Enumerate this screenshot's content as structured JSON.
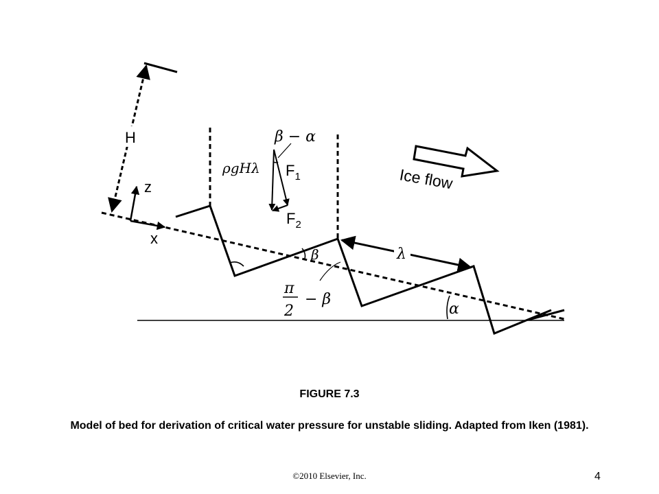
{
  "figure": {
    "labels": {
      "H": "H",
      "z": "z",
      "x": "x",
      "F1_main": "F",
      "F1_sub": "1",
      "F2_main": "F",
      "F2_sub": "2",
      "rho_g_H_lambda": "ρgHλ",
      "beta_minus_alpha": "β − α",
      "beta": "β",
      "pi_over_two_minus_beta_num": "π",
      "pi_over_two_minus_beta_den": "2",
      "pi_over_two_minus_beta_rest": "− β",
      "lambda": "λ",
      "alpha": "α",
      "ice_flow": "Ice flow"
    }
  },
  "caption": {
    "title": "FIGURE 7.3",
    "text": "Model of bed for derivation of critical water pressure for unstable sliding. Adapted from Iken (1981)."
  },
  "footer": {
    "copyright": "©2010 Elsevier, Inc.",
    "page_number": "4"
  }
}
